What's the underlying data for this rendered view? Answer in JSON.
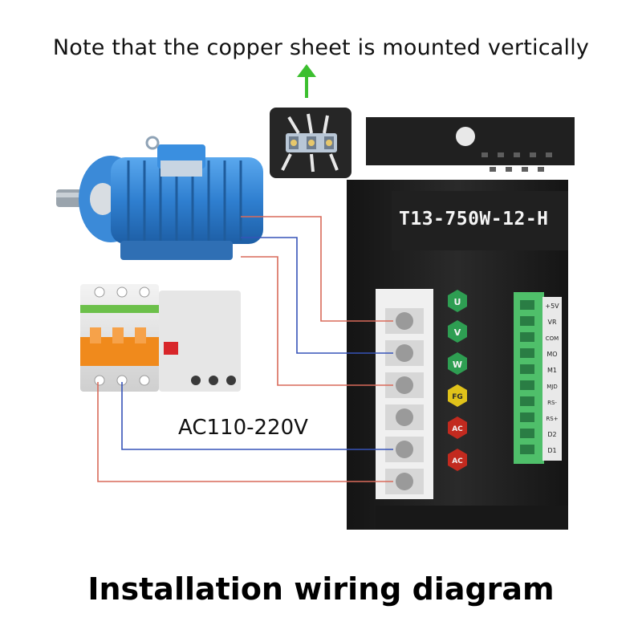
{
  "note": "Note that the copper sheet is mounted vertically",
  "title": "Installation wiring diagram",
  "voltage": "AC110-220V",
  "driver": {
    "model": "T13-750W-12-H",
    "motor_terminals": [
      "U",
      "V",
      "W",
      "FG",
      "AC",
      "AC"
    ],
    "control_terminals": [
      "+5V",
      "VR",
      "COM",
      "MO",
      "M1",
      "MJD",
      "RS-",
      "RS+",
      "D2",
      "D1"
    ]
  },
  "colors": {
    "arrow": "#3cbf2f",
    "motor_blue": "#2f7fd0",
    "wire_red": "#d96a5a",
    "wire_blue": "#3653b8",
    "driver_body": "#1e1e1e",
    "terminal_green": "#2e9e52",
    "terminal_yellow": "#e0c21a",
    "terminal_red": "#c22a1f",
    "connector_green": "#4fbf6a",
    "breaker_orange": "#f08a1c"
  }
}
